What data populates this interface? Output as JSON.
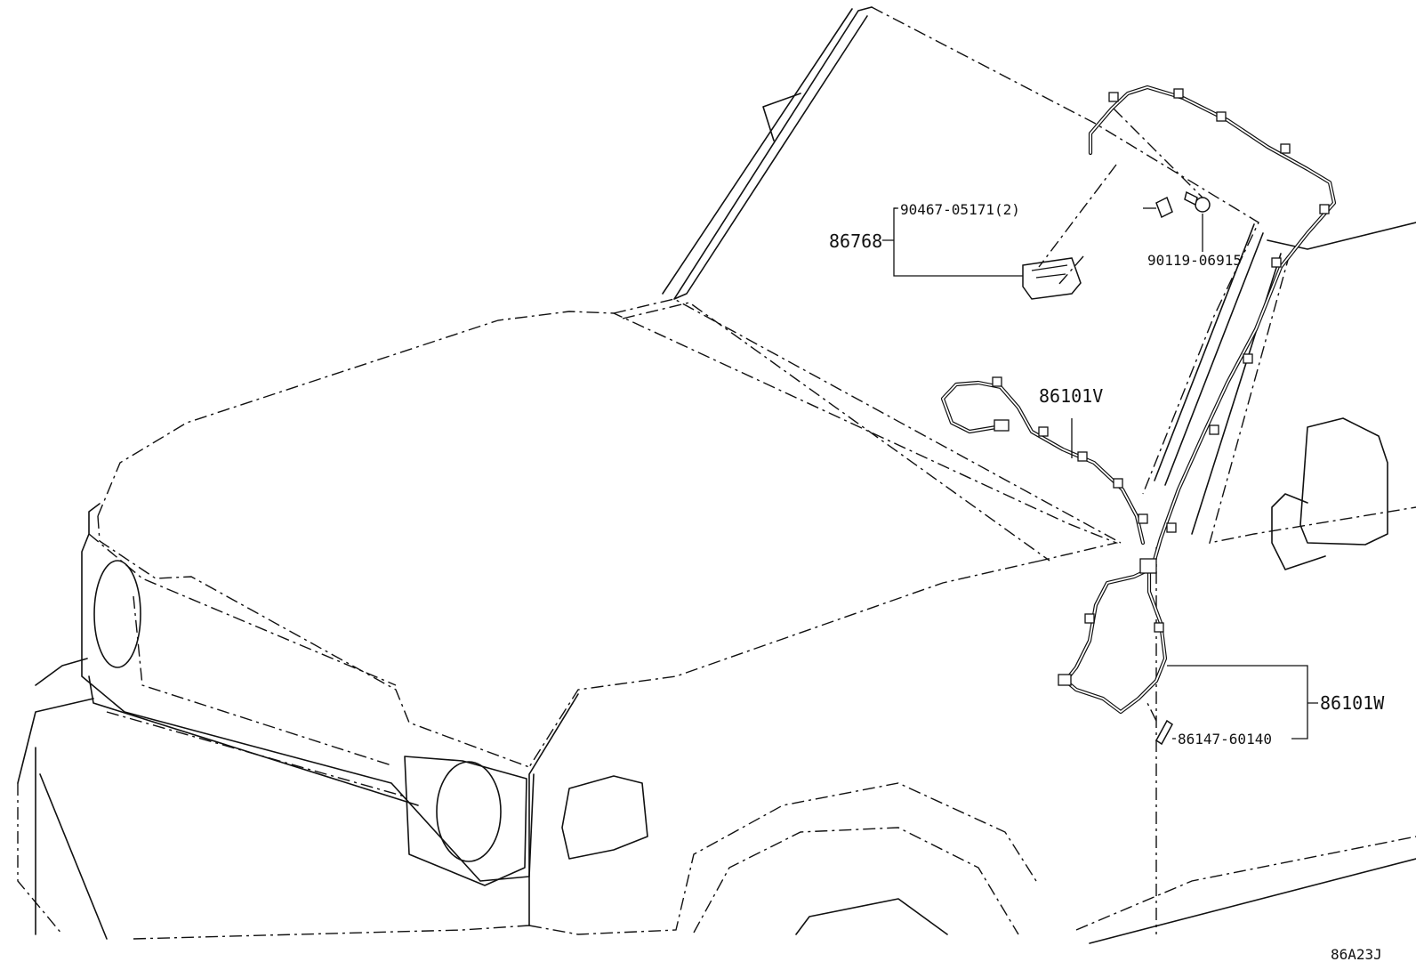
{
  "diagram": {
    "code": "86A23J",
    "callouts": {
      "unit_86768": "86768",
      "clip_90467": "90467-05171(2)",
      "grommet_90119": "90119-06915",
      "harness_86101V": "86101V",
      "harness_86101W": "86101W",
      "cord_86147": "86147-60140"
    }
  }
}
